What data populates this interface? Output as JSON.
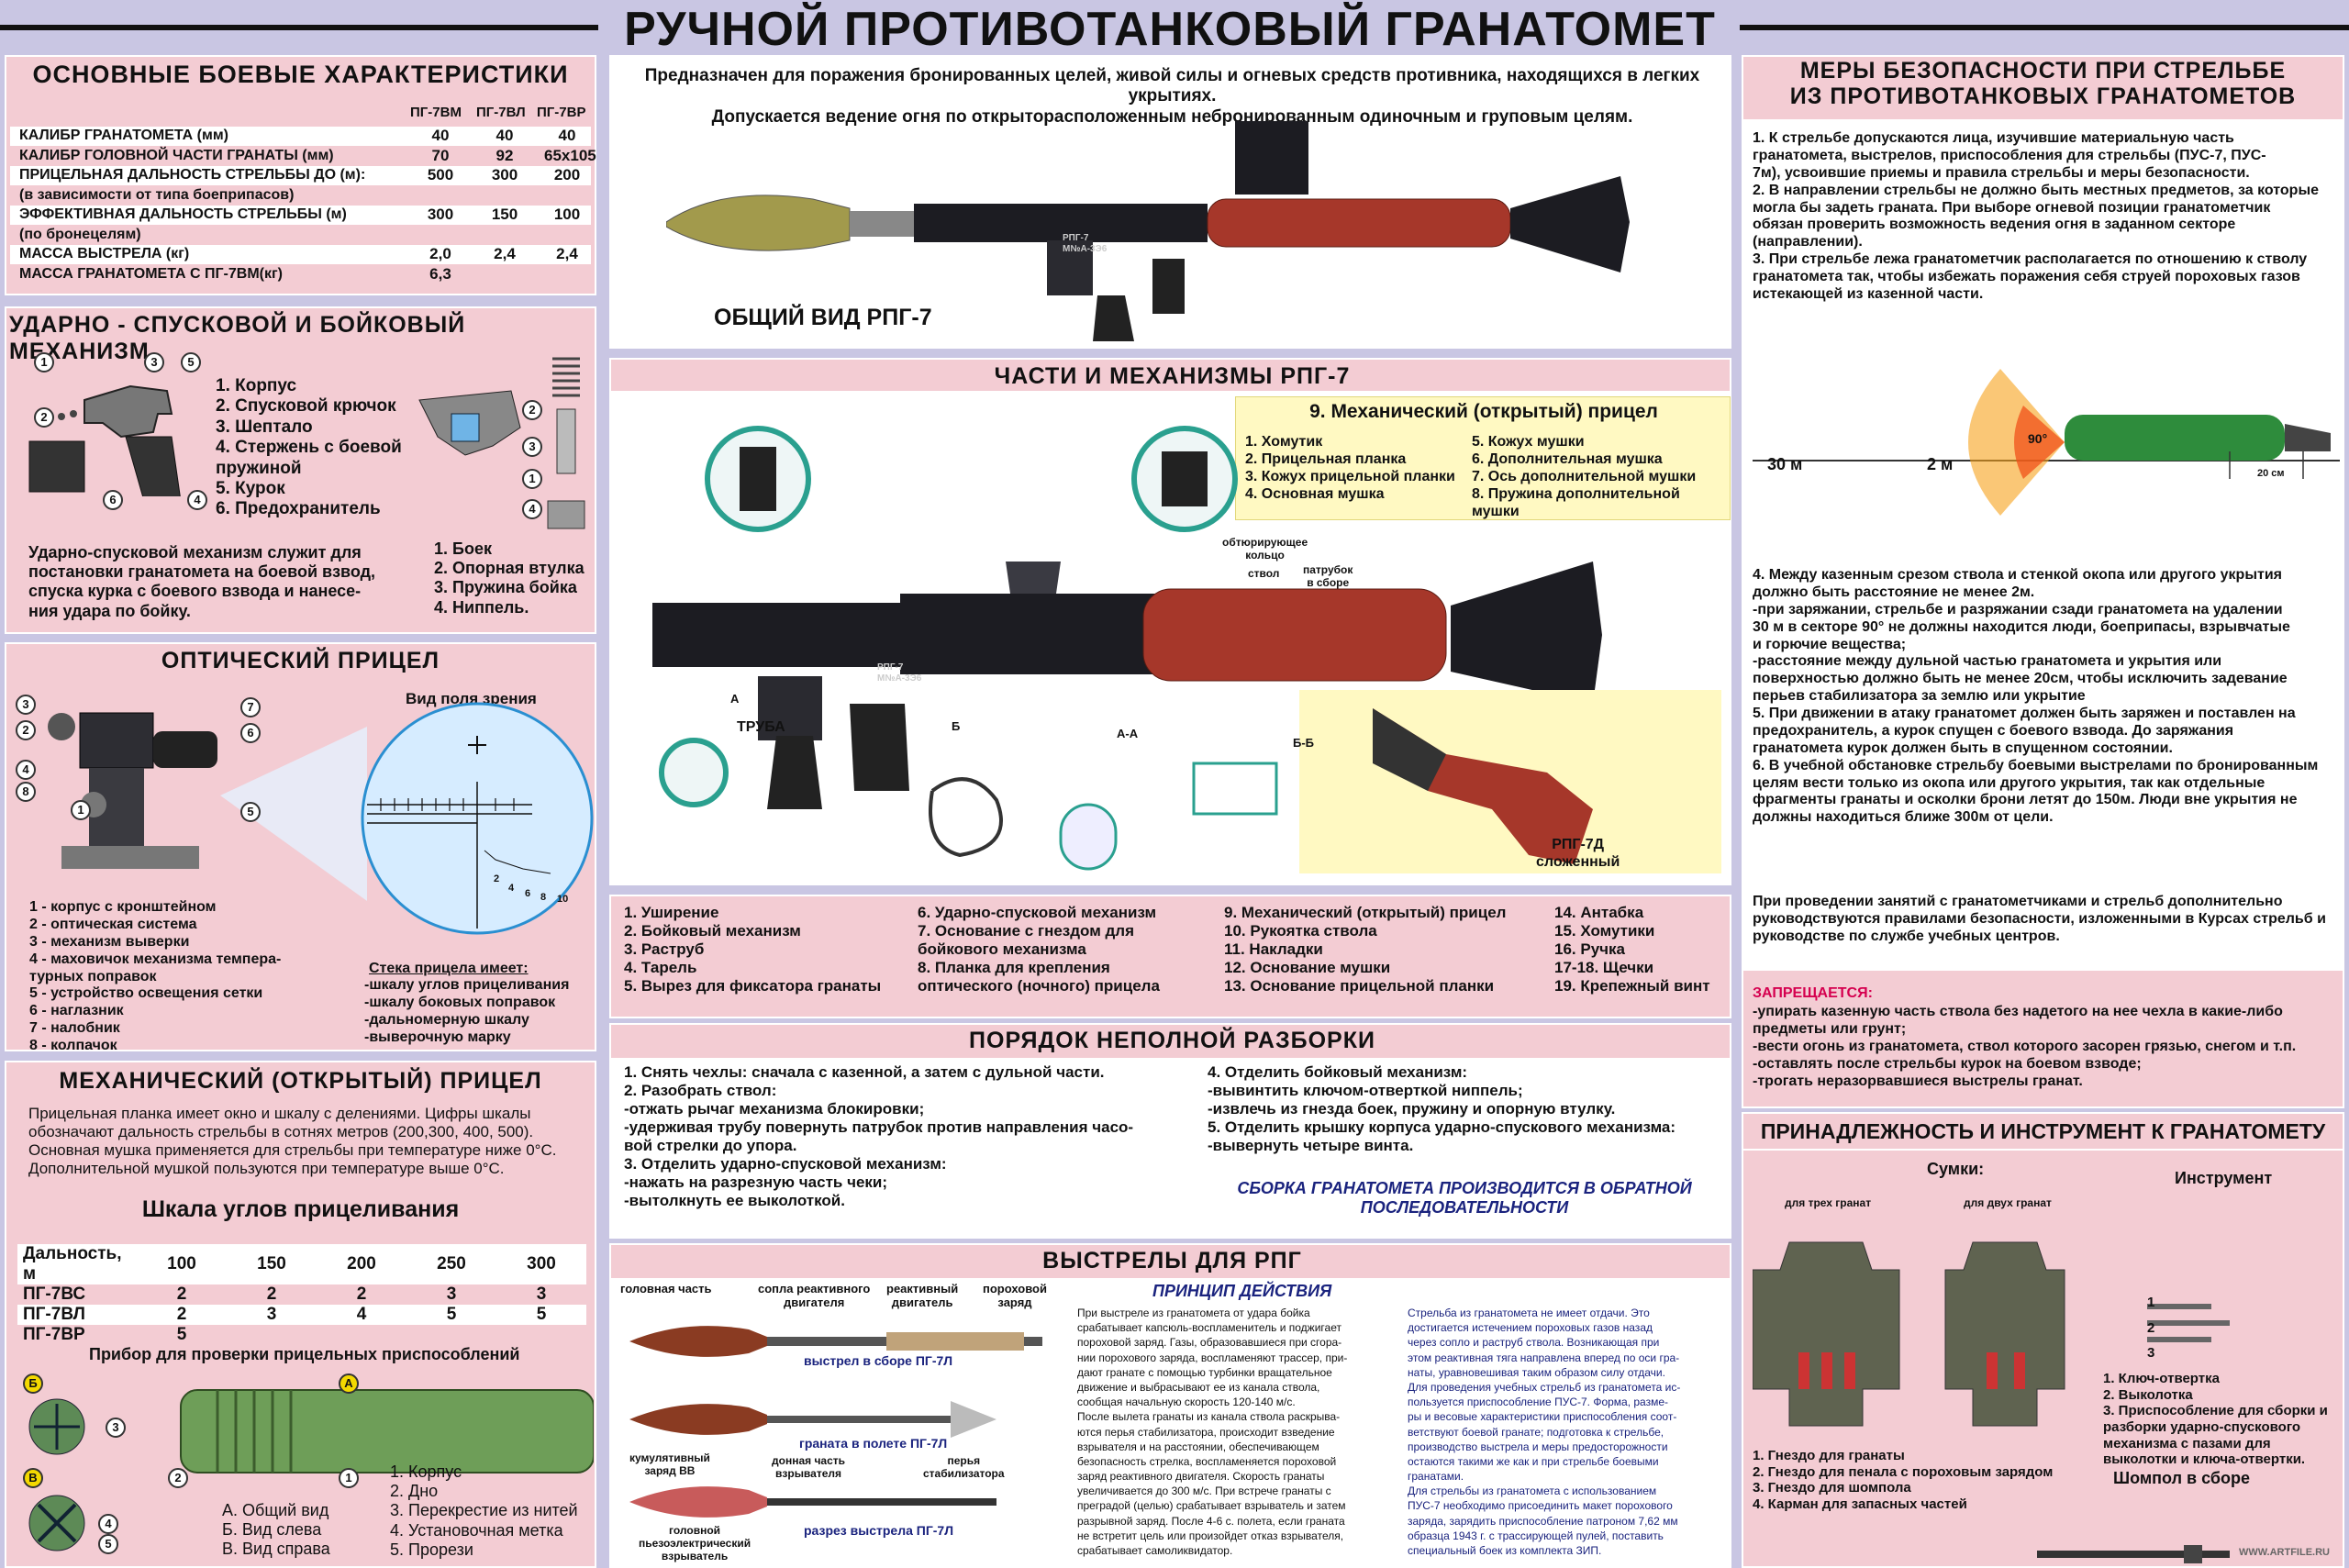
{
  "title": "РУЧНОЙ ПРОТИВОТАНКОВЫЙ ГРАНАТОМЕТ",
  "specs": {
    "title": "ОСНОВНЫЕ БОЕВЫЕ ХАРАКТЕРИСТИКИ",
    "columns": [
      "ПГ-7ВМ",
      "ПГ-7ВЛ",
      "ПГ-7ВР"
    ],
    "rows": [
      {
        "label": "КАЛИБР ГРАНАТОМЕТА (мм)",
        "values": [
          "40",
          "40",
          "40"
        ]
      },
      {
        "label": "КАЛИБР ГОЛОВНОЙ ЧАСТИ ГРАНАТЫ (мм)",
        "values": [
          "70",
          "92",
          "65x105"
        ]
      },
      {
        "label": "ПРИЦЕЛЬНАЯ ДАЛЬНОСТЬ СТРЕЛЬБЫ ДО (м):",
        "values": [
          "500",
          "300",
          "200"
        ]
      },
      {
        "label": "(в зависимости от типа боеприпасов)",
        "values": [
          "",
          "",
          ""
        ]
      },
      {
        "label": "ЭФФЕКТИВНАЯ ДАЛЬНОСТЬ СТРЕЛЬБЫ (м)",
        "values": [
          "300",
          "150",
          "100"
        ]
      },
      {
        "label": "(по бронецелям)",
        "values": [
          "",
          "",
          ""
        ]
      },
      {
        "label": "МАССА ВЫСТРЕЛА (кг)",
        "values": [
          "2,0",
          "2,4",
          "2,4"
        ]
      },
      {
        "label": "МАССА ГРАНАТОМЕТА С ПГ-7ВМ(кг)",
        "values": [
          "6,3",
          "",
          ""
        ]
      }
    ]
  },
  "trigger": {
    "title": "УДАРНО - СПУСКОВОЙ И БОЙКОВЫЙ МЕХАНИЗМ",
    "list1": "1. Корпус\n2. Спусковой крючок\n3. Шептало\n4. Стержень с боевой\n    пружиной\n5. Курок\n6. Предохранитель",
    "desc": "Ударно-спусковой механизм служит для\nпостановки гранатомета на боевой взвод,\nспуска курка с боевого взвода и нанесе-\nния удара по бойку.",
    "list2": "1. Боек\n2. Опорная втулка\n3. Пружина бойка\n4. Ниппель."
  },
  "optic": {
    "title": "ОПТИЧЕСКИЙ ПРИЦЕЛ",
    "view": "Вид поля зрения",
    "list": "1 - корпус с кронштейном\n2 - оптическая система\n3 - механизм выверки\n4 - маховичок механизма темпера-\n      турных поправок\n5 - устройство освещения сетки\n6 - наглазник\n7 - налобник\n8 - колпачок",
    "reticle_head": "Стека прицела имеет:",
    "reticle": "-шкалу углов прицеливания\n-шкалу боковых поправок\n-дальномерную шкалу\n-выверочную марку",
    "ticks": [
      "2",
      "4",
      "6",
      "8",
      "10"
    ]
  },
  "mech": {
    "title": "МЕХАНИЧЕСКИЙ (ОТКРЫТЫЙ) ПРИЦЕЛ",
    "text": "Прицельная планка имеет окно и шкалу с делениями. Цифры шкалы\nобозначают дальность стрельбы в сотнях метров (200,300, 400, 500).\nОсновная мушка применяется для стрельбы при температуре ниже 0°С.\nДополнительной мушкой пользуются при температуре выше 0°С."
  },
  "scale": {
    "title": "Шкала углов прицеливания",
    "head": [
      "Дальность, м",
      "100",
      "150",
      "200",
      "250",
      "300"
    ],
    "rows": [
      [
        "ПГ-7ВС",
        "2",
        "2",
        "2",
        "3",
        "3"
      ],
      [
        "ПГ-7ВЛ",
        "2",
        "3",
        "4",
        "5",
        "5"
      ],
      [
        "ПГ-7ВР",
        "5",
        "",
        "",
        "",
        ""
      ]
    ]
  },
  "device": {
    "title": "Прибор для проверки прицельных приспособлений",
    "list_left": "А. Общий вид\nБ. Вид слева\nВ. Вид справа",
    "list_right": "1. Корпус\n2. Дно\n3. Перекрестие из нитей\n4. Установочная метка\n5. Прорези"
  },
  "general": {
    "intro": "Предназначен для поражения бронированных целей, живой силы и огневых средств противника, находящихся в легких укрытиях.\nДопускается ведение огня по открыторасположенным небронированным  одиночным и груповым  целям.",
    "caption": "ОБЩИЙ ВИД РПГ-7",
    "stamp1": "РПГ-7\nМ№А-3Э6",
    "stamp2": "РПГ-7\nМ№А-3Э6"
  },
  "parts": {
    "title": "ЧАСТИ И МЕХАНИЗМЫ РПГ-7",
    "sight_title": "9.   Механический (открытый) прицел",
    "sight_left": "1. Хомутик\n2. Прицельная планка\n3. Кожух прицельной планки\n4. Основная мушка",
    "sight_right": "5. Кожух мушки\n6. Дополнительная мушка\n7. Ось дополнительной мушки\n8. Пружина дополнительной мушки",
    "lbl_barrel": "ствол",
    "lbl_ring": "обтюрирующее\nкольцо",
    "lbl_nozzle": "патрубок\nв сборе",
    "lbl_tube": "ТРУБА",
    "lbl_aa": "А-А",
    "lbl_bb": "Б-Б",
    "lbl_a": "А",
    "lbl_b": "Б",
    "lbl_rpg7d": "РПГ-7Д\nсложенный",
    "col1": "1. Уширение\n2. Бойковый механизм\n3. Раструб\n4. Тарель\n5. Вырез для фиксатора гранаты",
    "col2": "6. Ударно-спусковой механизм\n7. Основание с гнездом для\n    бойкового механизма\n8.  Планка для крепления\n     оптического (ночного) прицела",
    "col3": "9.   Механический (открытый) прицел\n10. Рукоятка ствола\n11. Накладки\n12. Основание мушки\n13. Основание прицельной планки",
    "col4": "14. Антабка\n15. Хомутики\n16. Ручка\n17-18. Щечки\n19. Крепежный винт"
  },
  "disasm": {
    "title": "ПОРЯДОК НЕПОЛНОЙ РАЗБОРКИ",
    "left": "1. Снять чехлы: сначала с казенной, а затем с дульной части.\n2. Разобрать ствол:\n        -отжать рычаг механизма блокировки;\n        -удерживая трубу повернуть патрубок против направления часо-\n        вой стрелки до упора.\n3. Отделить ударно-спусковой механизм:\n        -нажать на разрезную часть чеки;\n        -вытолкнуть ее выколоткой.",
    "right": "4. Отделить бойковый механизм:\n        -вывинтить ключом-отверткой ниппель;\n        -извлечь из гнезда боек, пружину и опорную втулку.\n5. Отделить крышку корпуса ударно-спускового механизма:\n        -вывернуть четыре винта.",
    "note": "СБОРКА ГРАНАТОМЕТА ПРОИЗВОДИТСЯ В ОБРАТНОЙ\nПОСЛЕДОВАТЕЛЬНОСТИ"
  },
  "shots": {
    "title": "ВЫСТРЕЛЫ ДЛЯ РПГ",
    "lbl_head": "головная часть",
    "lbl_jet": "сопла реактивного\nдвигателя",
    "lbl_engine": "реактивный\nдвигатель",
    "lbl_powder": "пороховой\nзаряд",
    "cap1": "выстрел в сборе ПГ-7Л",
    "cap2": "граната в полете ПГ-7Л",
    "lbl_cum": "кумулятивный\nзаряд ВВ",
    "lbl_bottom": "донная часть\nвзрывателя",
    "lbl_feather": "перья\nстабилизатора",
    "lbl_pe": "головной\nпьезоэлектрический\nвзрыватель",
    "cap3": "разрез выстрела ПГ-7Л",
    "principle": "ПРИНЦИП ДЕЙСТВИЯ",
    "text1": "При выстреле из гранатомета от удара бойка\nсрабатывает капсюль-воспламенитель и поджигает\nпороховой заряд. Газы, образовавшиеся при сгора-\nнии порохового заряда, воспламеняют трассер, при-\nдают гранате с помощью турбинки вращательное\nдвижение и выбрасывают ее из канала ствола,\nсообщая начальную скорость 120-140 м/с.\nПосле вылета гранаты из канала ствола раскрыва-\nются перья стабилизатора, происходит взведение\nвзрывателя и на расстоянии, обеспечивающем\nбезопасность стрелка, воспламеняется пороховой\nзаряд реактивного двигателя. Скорость гранаты\nувеличивается до 300 м/с. При встрече гранаты с\nпреградой (целью) срабатывает взрыватель и затем\nразрывной заряд. После 4-6 с. полета, если граната\nне встретит цель или произойдет отказ взрывателя,\nсрабатывает самоликвидатор.",
    "text2": "Стрельба из гранатомета не имеет отдачи. Это\nдостигается истечением пороховых газов назад\nчерез сопло и раструб ствола. Возникающая при\nэтом реактивная тяга направлена вперед по оси гра-\nнаты, уравновешивая таким образом силу отдачи.\nДля проведения учебных стрельб из гранатомета ис-\nпользуется приспособление  ПУС-7. Форма, разме-\nры и весовые характеристики приспособления соот-\nветствуют боевой гранате; подготовка к стрельбе,\nпроизводство выстрела и меры предосторожности\nостаются такими же как и при стрельбе боевыми\nгранатами.\nДля стрельбы из гранатомета с использованием\nПУС-7 необходимо присоединить макет порохового\nзаряда, зарядить приспособление патроном 7,62 мм\nобразца 1943 г. с трассирующей пулей, поставить\nспециальный боек из комплекта ЗИП."
  },
  "safety": {
    "title": "МЕРЫ БЕЗОПАСНОСТИ ПРИ СТРЕЛЬБЕ\nИЗ ПРОТИВОТАНКОВЫХ ГРАНАТОМЕТОВ",
    "items1": "1. К стрельбе допускаются лица, изучившие материальную часть\n    гранатомета, выстрелов, приспособления для стрельбы (ПУС-7, ПУС-\n    7м), усвоившие приемы и правила стрельбы и меры безопасности.\n2. В направлении стрельбы не должно быть местных предметов, за которые\n    могла бы задеть граната. При выборе огневой позиции гранатометчик\n    обязан проверить возможность ведения огня в заданном секторе\n    (направлении).\n3. При стрельбе лежа гранатометчик располагается по отношению к стволу\n    гранатомета так, чтобы избежать поражения себя струей пороховых газов\n    истекающей из казенной части.",
    "d30": "30 м",
    "d2": "2 м",
    "angle": "90°",
    "d20": "20 см",
    "items2": "4. Между казенным срезом ствола и стенкой окопа или другого укрытия\n    должно быть расстояние не менее 2м.\n   -при заряжании, стрельбе и разряжании сзади гранатомета на удалении\n    30 м в секторе 90° не должны находится люди, боеприпасы, взрывчатые\n    и горючие вещества;\n   -расстояние между дульной частью гранатомета и укрытия или\n    поверхностью должно быть не менее 20см, чтобы исключить задевание\n    перьев стабилизатора за землю или укрытие\n5. При движении в атаку гранатомет должен быть заряжен и поставлен на\n    предохранитель, а курок спущен с боевого взвода. До заряжания\n    гранатомета курок должен быть в спущенном состоянии.\n6. В учебной обстановке стрельбу боевыми выстрелами по бронированным\n    целям вести только из окопа или другого укрытия, так как отдельные\n    фрагменты гранаты и осколки брони летят до 150м. Люди вне укрытия не\n    должны находиться ближе 300м  от цели.",
    "courses": "При проведении занятий с гранатометчиками и стрельб  дополнительно\nруководствуются правилами безопасности, изложенными в Курсах стрельб и\nруководстве по службе учебных центров.",
    "forbidden": "ЗАПРЕЩАЕТСЯ:",
    "forbid_list": "-упирать казенную часть ствола без надетого на нее чехла в какие-либо\nпредметы или грунт;\n-вести огонь из гранатомета, ствол которого засорен грязью, снегом и т.п.\n-оставлять после стрельбы курок на боевом взводе;\n-трогать неразорвавшиеся выстрелы гранат."
  },
  "acc": {
    "title": "ПРИНАДЛЕЖНОСТЬ И ИНСТРУМЕНТ К ГРАНАТОМЕТУ",
    "bags": "Сумки:",
    "bag3": "для трех гранат",
    "bag2": "для двух гранат",
    "tools": "Инструмент",
    "tool_list": "1. Ключ-отвертка\n2. Выколотка\n3. Приспособление для сборки и\n    разборки ударно-спускового\n    механизма с пазами для\n    выколотки и ключа-отвертки.",
    "bag_list": "1. Гнездо для гранаты\n2. Гнездо для пенала с пороховым зарядом\n3. Гнездо для шомпола\n4. Карман для запасных частей",
    "rod": "Шомпол в сборе",
    "watermark": "WWW.ARTFILE.RU"
  },
  "colors": {
    "panel": "#f3ccd3",
    "bg": "#c9c6e3",
    "wood": "#a6372a",
    "metal": "#1c1c22",
    "olive": "#a29a4c",
    "accent": "#1a237e",
    "red": "#d5004f"
  }
}
